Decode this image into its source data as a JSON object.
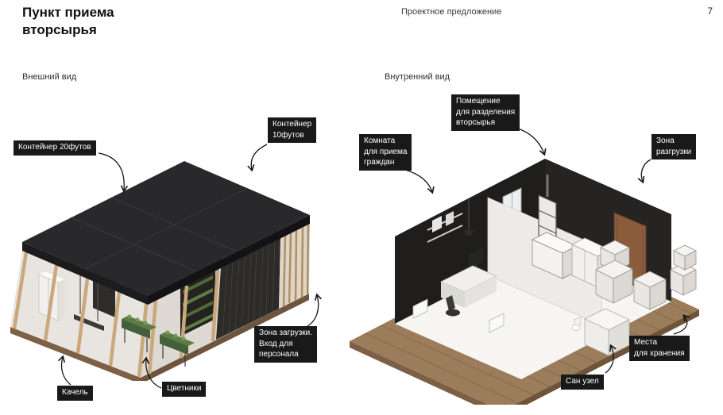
{
  "page": {
    "title": "Пункт приема вторсырья",
    "subtitle": "Проектное предложение",
    "page_number": "7"
  },
  "sections": {
    "exterior_label": "Внешний вид",
    "interior_label": "Внутренний вид"
  },
  "exterior_annotations": {
    "container_20ft": "Контейнер 20футов",
    "container_10ft": "Контейнер\n10футов",
    "loading_zone": "Зона загрузки.\nВход для\nперсонала",
    "swing": "Качель",
    "flower_beds": "Цветники"
  },
  "interior_annotations": {
    "sorting_room": "Помещение\nдля разделения\nвторсырья",
    "reception_room": "Комната\nдля приема\nграждан",
    "unloading_zone": "Зона\nразгрузки",
    "storage_places": "Места\nдля хранения",
    "sanitary_unit": "Сан узел"
  },
  "colors": {
    "label_bg": "#191919",
    "label_text": "#ffffff",
    "roof_dark": "#29292b",
    "wall_dark": "#1f1e1c",
    "wood_deck": "#a3815e",
    "planter_green": "#5d7d44",
    "door_brown": "#8a5c3c"
  }
}
